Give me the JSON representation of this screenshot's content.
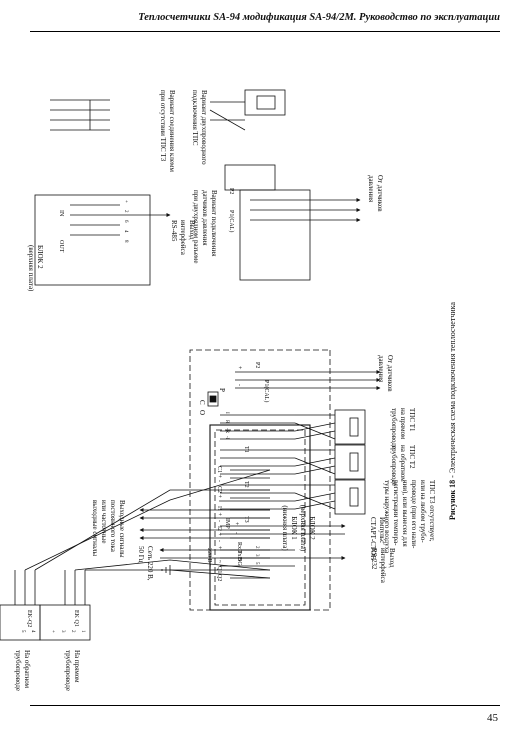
{
  "header": {
    "title": "Теплосчетчики SA-94 модификация SA-94/2M. Руководство по эксплуатации"
  },
  "page_number": "45",
  "figure": {
    "caption_bold": "Рисунок 18",
    "caption_rest": " - Электрическая схема подключения теплосчетчика"
  },
  "blocks": {
    "block1": [
      "БЛОК 1",
      "(нижняя плата)"
    ],
    "block2": [
      "БЛОК 2",
      "(верхняя плата)"
    ],
    "block2_variant": [
      "БЛОК 2",
      "(верхняя плата)"
    ]
  },
  "flow_meters": {
    "q1": {
      "label": "EK Q1",
      "loc": [
        "На прямом",
        "трубопроводе"
      ]
    },
    "q2": {
      "label": "EK-Q2",
      "loc": [
        "На обратном",
        "трубопроводе"
      ]
    },
    "terminals": {
      "t1": "1",
      "t2": "2",
      "t3": "3",
      "plus": "+",
      "t4": "4",
      "t5": "5"
    }
  },
  "block1_terms": {
    "q1": "Q1",
    "q2": "Q2",
    "c1": "C1 +",
    "c1b": "-",
    "c2": "C2 +",
    "c2b": "-",
    "i1": "I1 +",
    "i1b": "-",
    "i2": "I2 +",
    "i2b": "-",
    "pwr_plus": "+",
    "pwr_minus": "~",
    "pwr_label": "220 В ~"
  },
  "block2_terms": {
    "p": "P",
    "c": "C",
    "o": "O",
    "p2": "P2",
    "p1": "P1(CAL)",
    "plus": "+",
    "minus": "-",
    "t1_i": "I",
    "t1_r": "R",
    "t1_ri": "-R",
    "t1_ii": "-I",
    "t1_name": "T1",
    "t2_name": "T2",
    "t3_name": "T3",
    "imp": "IMP",
    "imp_plus": "+",
    "imp_minus": "-",
    "rxd": "RxD",
    "txd": "TxD",
    "sg": "SG",
    "rs_n2": "2",
    "rs_n3": "3",
    "rs_n5": "5"
  },
  "labels": {
    "pressure_top": [
      "От датчиков",
      "давления"
    ],
    "pressure_mid": [
      "От датчиков",
      "давления"
    ],
    "pressure_var": [
      "Вариант подключения",
      "датчиков давления",
      "при двухрядном разъеме"
    ],
    "tps1": [
      "ТПС Т1",
      "на прямом",
      "трубопроводе"
    ],
    "tps2": [
      "ТПС Т2",
      "на обратном",
      "трубопроводе"
    ],
    "tps3": [
      "ТПС Т3 отсутствует,",
      "или на любом трубо-",
      "проводе (при его нали-",
      "чии), или вынесен для",
      "регистрации темпера-",
      "туры наружного воздуха"
    ],
    "two_wire": [
      "Вариант двухпроводного",
      "подключения ТПС"
    ],
    "no_t3": [
      "Вариант соединения клемм",
      "при отсутствии ТПС Т3"
    ],
    "out_signals": [
      "Выходные сигналы",
      "постоянного тока",
      "или частотные",
      "выходные сигналы"
    ],
    "mains": [
      "Сеть 220 В,",
      "50 Гц"
    ],
    "start_stop": [
      "Импульс",
      "СТАРТ-СТОП"
    ],
    "rs232": [
      "Выход",
      "интерфейса",
      "RS-232"
    ],
    "rs485": [
      "Выход",
      "интерфейса",
      "RS-485"
    ],
    "in_label": "IN",
    "out_label": "OUT",
    "rs485_nums": [
      "+",
      "2",
      "6",
      "4",
      "8"
    ]
  }
}
